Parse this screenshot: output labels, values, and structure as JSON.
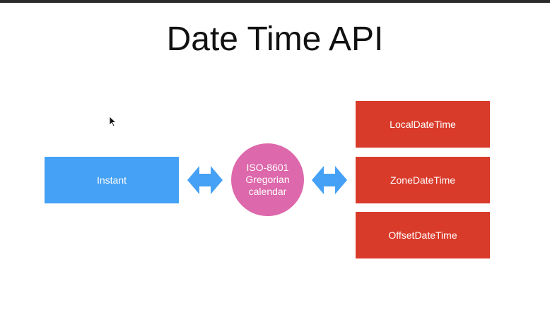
{
  "slide": {
    "title": "Date Time API"
  },
  "diagram": {
    "left_box": {
      "label": "Instant",
      "color": "#45a1f5"
    },
    "center": {
      "lines": [
        "ISO-8601",
        "Gregorian",
        "calendar"
      ],
      "color": "#dd68ab"
    },
    "right_boxes": [
      {
        "label": "LocalDateTime"
      },
      {
        "label": "ZoneDateTime"
      },
      {
        "label": "OffsetDateTime"
      }
    ],
    "right_color": "#d93b2b",
    "arrow_color": "#45a1f5",
    "arrows": [
      "double-arrow-icon",
      "double-arrow-icon"
    ]
  }
}
